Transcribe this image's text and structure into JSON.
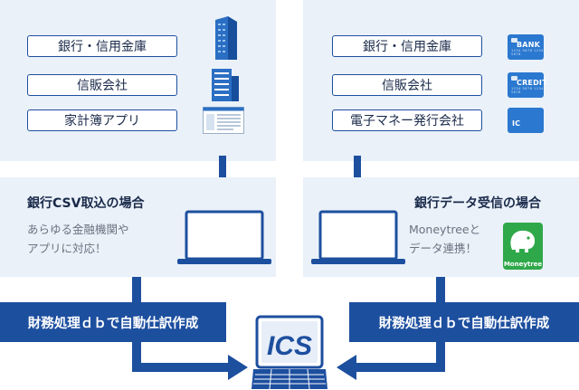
{
  "left_panel": {
    "items": [
      "銀行・信用金庫",
      "信販会社",
      "家計簿アプリ"
    ],
    "icons": [
      "office-building-icon",
      "company-building-icon",
      "app-window-icon"
    ]
  },
  "right_panel": {
    "items": [
      "銀行・信用金庫",
      "信販会社",
      "電子マネー発行会社"
    ],
    "cards": [
      "BANK",
      "CREDIT",
      "IC"
    ]
  },
  "csv_box": {
    "title": "銀行CSV取込の場合",
    "desc": [
      "あらゆる金融機関や",
      "アプリに対応！"
    ]
  },
  "data_box": {
    "title": "銀行データ受信の場合",
    "desc": [
      "Moneytreeと",
      "データ連携！"
    ],
    "logo_text": "Moneytree"
  },
  "bands": [
    "財務処理ｄｂで自動仕訳作成",
    "財務処理ｄｂで自動仕訳作成"
  ],
  "ics_logo": "ICS",
  "colors": {
    "navy": "#1d4f9f",
    "panel": "#eaf1f9",
    "card": "#2b78d0",
    "moneytree": "#2fa84a"
  }
}
